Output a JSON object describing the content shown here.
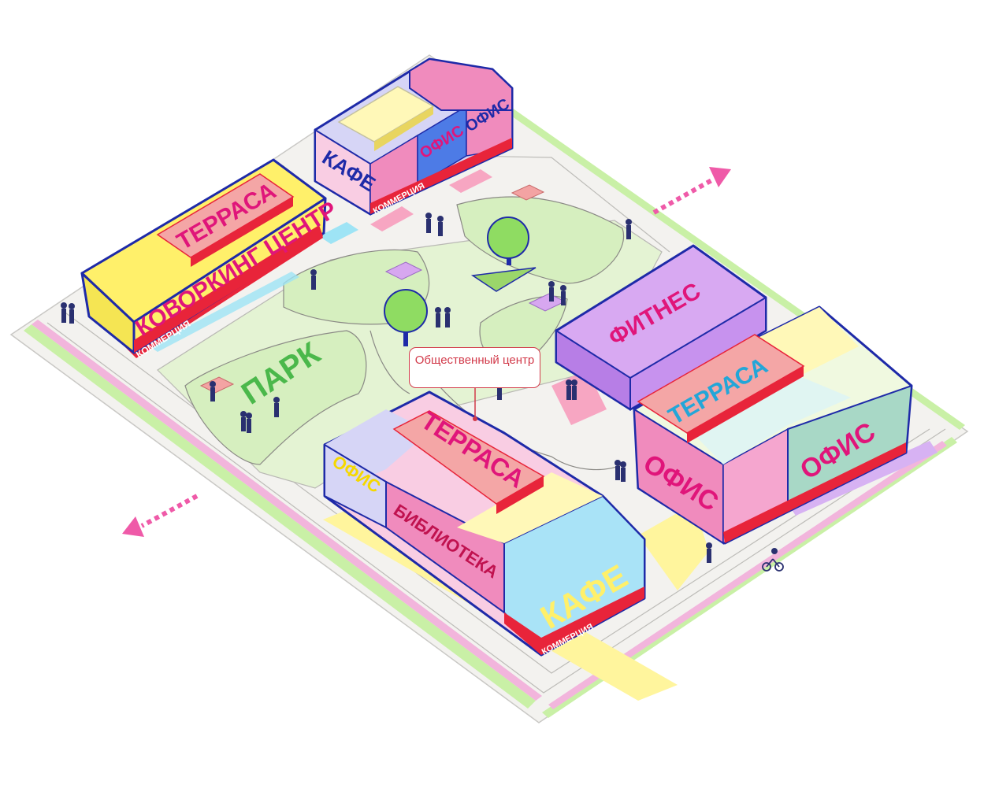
{
  "colors": {
    "outline": "#1e2aa8",
    "magenta": "#e0157a",
    "pink": "#f08bbd",
    "light_pink": "#f9cde3",
    "yellow": "#fff06a",
    "light_yellow": "#fff8b8",
    "lavender": "#d8a9f2",
    "violet": "#b77ee6",
    "light_blue": "#a9e3f7",
    "mint": "#a8d8c6",
    "green": "#8fdc62",
    "park_green": "#d9efc4",
    "red": "#e8243a",
    "blue": "#4d7be6",
    "cyan": "#23a6d8",
    "ground": "#ecebe8"
  },
  "buildings": {
    "coworking": {
      "roof_label": "ТЕРРАСА",
      "facade_label": "КОВОРКИНГ ЦЕНТР",
      "base_label": "КОММЕРЦИЯ"
    },
    "north": {
      "facade_left_label": "КАФЕ",
      "facade_mid_label": "ОФИС",
      "facade_right_label": "ОФИС",
      "base_label": "КОММЕРЦИЯ"
    },
    "fitness": {
      "facade_label": "ФИТНЕС"
    },
    "east": {
      "roof_label": "ТЕРРАСА",
      "facade_left_label": "ОФИС",
      "facade_right_label": "ОФИС"
    },
    "library": {
      "roof_label": "ТЕРРАСА",
      "facade_left_label": "ОФИС",
      "facade_mid_label": "БИБЛИОТЕКА",
      "facade_right_label": "КАФЕ",
      "base_label": "КОММЕРЦИЯ"
    }
  },
  "park": {
    "label": "ПАРК"
  },
  "callout": {
    "label": "Общественный центр"
  },
  "icons": {
    "arrow_ne": "arrow-right-icon",
    "arrow_sw": "arrow-left-icon",
    "tree": "tree-icon",
    "bench": "picnic-table-icon",
    "person": "person-icon",
    "cyclist": "bicycle-icon"
  }
}
